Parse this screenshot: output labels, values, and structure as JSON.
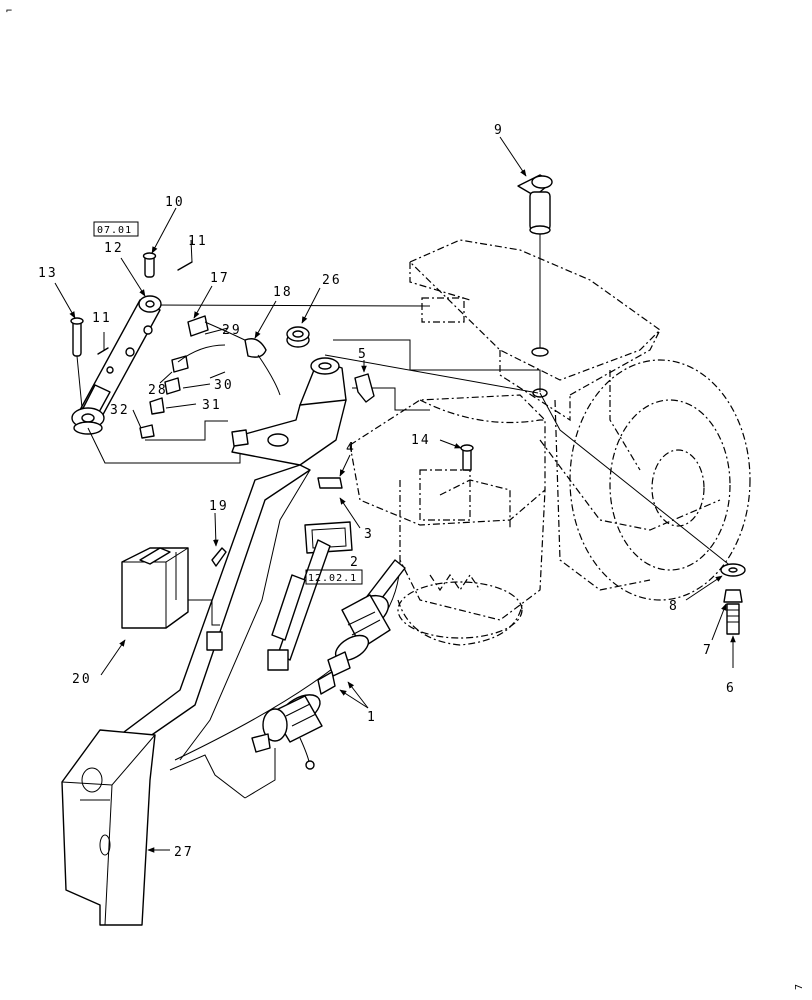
{
  "diagram": {
    "corner_mark": "⌐",
    "page_mark": "7",
    "references": {
      "top_left": "07.01",
      "shaft": "12.02.1"
    },
    "callouts": {
      "c1": "1",
      "c2": "2",
      "c3": "3",
      "c4": "4",
      "c5": "5",
      "c6": "6",
      "c7": "7",
      "c8": "8",
      "c9": "9",
      "c10": "10",
      "c11a": "11",
      "c11b": "11",
      "c12": "12",
      "c13": "13",
      "c14": "14",
      "c17": "17",
      "c18": "18",
      "c19": "19",
      "c20": "20",
      "c26": "26",
      "c27": "27",
      "c28": "28",
      "c29": "29",
      "c30": "30",
      "c31": "31",
      "c32": "32"
    }
  }
}
